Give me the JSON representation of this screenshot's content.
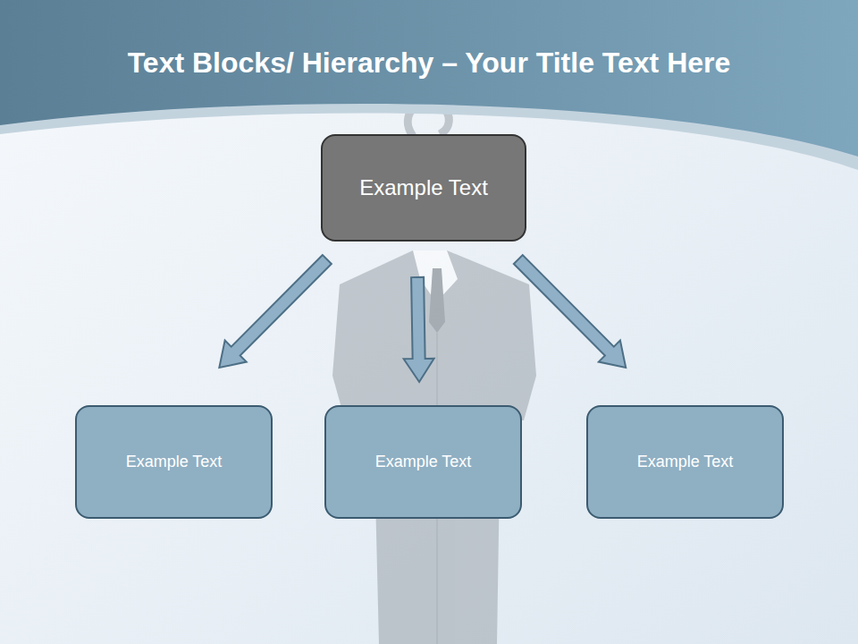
{
  "diagram": {
    "title": "Text Blocks/ Hierarchy – Your Title Text Here",
    "nodes": [
      {
        "text": [
          "Example Text"
        ]
      },
      {
        "text": [
          "Example Text"
        ]
      },
      {
        "text": [
          "Example Text"
        ]
      },
      {
        "text": [
          "Example Text"
        ]
      }
    ],
    "edges": [
      {
        "from": 0,
        "to": 1,
        "arrow": "to"
      },
      {
        "from": 0,
        "to": 2,
        "arrow": "to"
      },
      {
        "from": 0,
        "to": 3,
        "arrow": "to"
      }
    ]
  }
}
